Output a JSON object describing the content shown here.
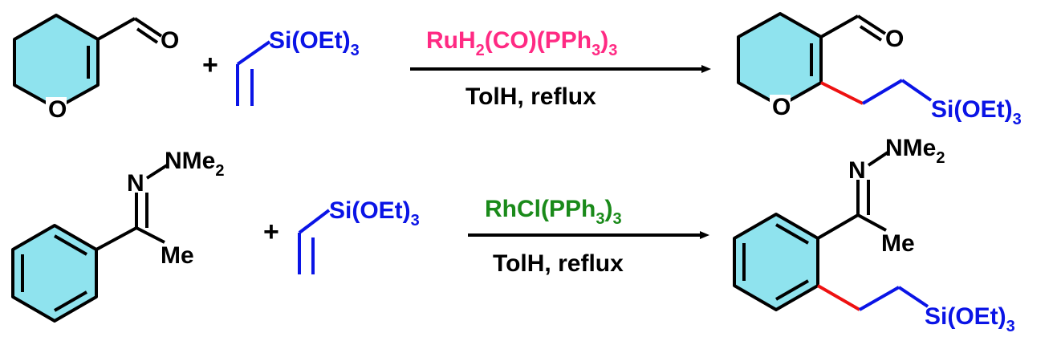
{
  "colors": {
    "ring_fill": "#8fe3ee",
    "bond": "#000000",
    "vinyl_silane": "#0a14e6",
    "new_bond": "#ee1111",
    "ru_catalyst": "#ff2a83",
    "rh_catalyst": "#1a8a1a"
  },
  "reaction1": {
    "reactant1": {
      "o_carbonyl": "O",
      "o_ring": "O"
    },
    "plus": "+",
    "reagent": {
      "si_group": "Si(OEt)",
      "si_sub": "3"
    },
    "catalyst": {
      "t1": "RuH",
      "s1": "2",
      "t2": "(CO)(PPh",
      "s2": "3",
      "t3": ")",
      "s3": "3"
    },
    "conditions": "TolH, reflux",
    "product": {
      "o_carbonyl": "O",
      "o_ring": "O",
      "si_group": "Si(OEt)",
      "si_sub": "3"
    }
  },
  "reaction2": {
    "reactant1": {
      "n": "N",
      "nme": "NMe",
      "nme_sub": "2",
      "me": "Me"
    },
    "plus": "+",
    "reagent": {
      "si_group": "Si(OEt)",
      "si_sub": "3"
    },
    "catalyst": {
      "t1": "RhCl(PPh",
      "s1": "3",
      "t2": ")",
      "s2": "3"
    },
    "conditions": "TolH, reflux",
    "product": {
      "n": "N",
      "nme": "NMe",
      "nme_sub": "2",
      "me": "Me",
      "si_group": "Si(OEt)",
      "si_sub": "3"
    }
  }
}
